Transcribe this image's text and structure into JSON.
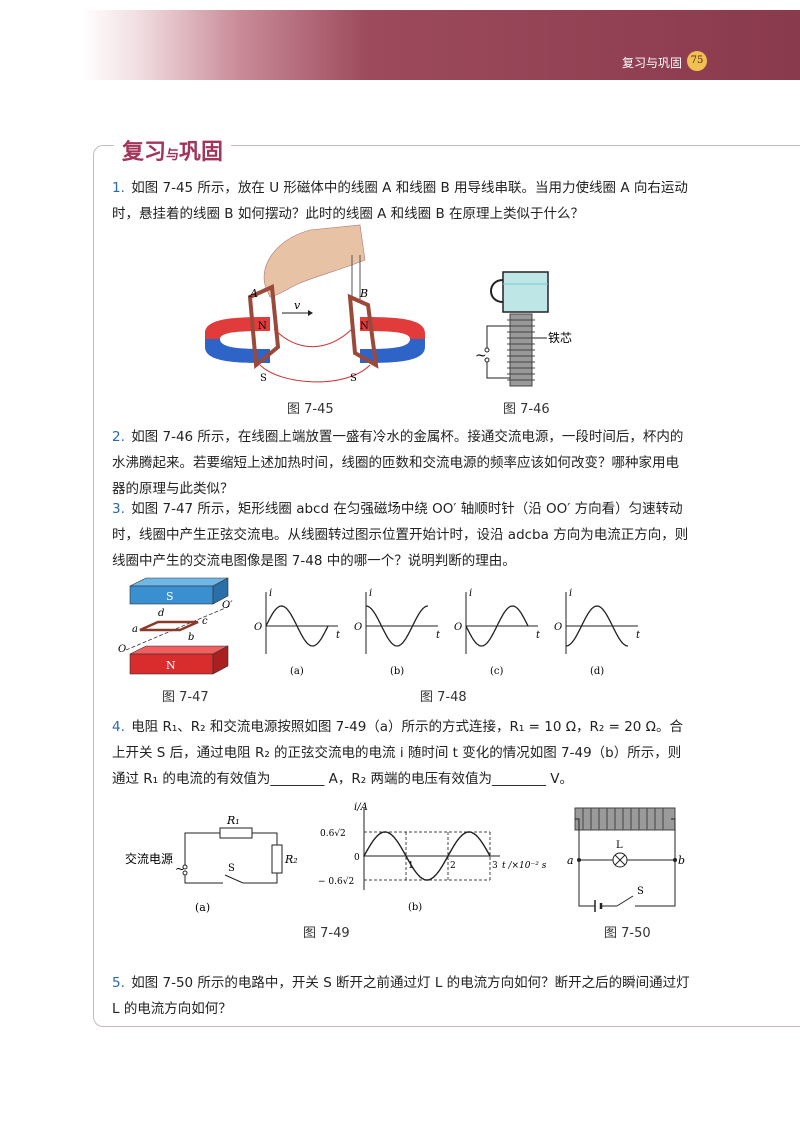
{
  "header": {
    "chapter": "复习与巩固",
    "page_number": "75"
  },
  "section": {
    "title_a": "复习",
    "title_mid": "与",
    "title_b": "巩固"
  },
  "questions": [
    {
      "num": "1.",
      "text": "如图 7-45 所示，放在 U 形磁体中的线圈 A 和线圈 B 用导线串联。当用力使线圈 A 向右运动时，悬挂着的线圈 B 如何摆动？此时的线圈 A 和线圈 B 在原理上类似于什么？"
    },
    {
      "num": "2.",
      "text": "如图 7-46 所示，在线圈上端放置一盛有冷水的金属杯。接通交流电源，一段时间后，杯内的水沸腾起来。若要缩短上述加热时间，线圈的匝数和交流电源的频率应该如何改变？哪种家用电器的原理与此类似？"
    },
    {
      "num": "3.",
      "text": "如图 7-47 所示，矩形线圈 abcd 在匀强磁场中绕 OO′ 轴顺时针（沿 OO′ 方向看）匀速转动时，线圈中产生正弦交流电。从线圈转过图示位置开始计时，设沿 adcba 方向为电流正方向，则线圈中产生的交流电图像是图 7-48 中的哪一个？说明判断的理由。"
    },
    {
      "num": "4.",
      "text": "电阻 R₁、R₂ 和交流电源按照如图 7-49（a）所示的方式连接，R₁ = 10 Ω，R₂ = 20 Ω。合上开关 S 后，通过电阻 R₂ 的正弦交流电的电流 i 随时间 t 变化的情况如图 7-49（b）所示，则通过 R₁ 的电流的有效值为________ A，R₂ 两端的电压有效值为________ V。"
    },
    {
      "num": "5.",
      "text": "如图 7-50 所示的电路中，开关 S 断开之前通过灯 L 的电流方向如何？断开之后的瞬间通过灯 L 的电流方向如何？"
    }
  ],
  "figures": {
    "fig45": {
      "caption": "图 7-45",
      "labels": {
        "a": "A",
        "b": "B",
        "v": "v",
        "n1": "N",
        "n2": "N",
        "s1": "S",
        "s2": "S"
      }
    },
    "fig46": {
      "caption": "图 7-46",
      "labels": {
        "core": "铁芯",
        "ac": "~"
      }
    },
    "fig47": {
      "caption": "图 7-47",
      "labels": {
        "s": "S",
        "n": "N",
        "a": "a",
        "b": "b",
        "c": "c",
        "d": "d",
        "o": "O",
        "o2": "O′"
      }
    },
    "fig48": {
      "caption": "图 7-48",
      "panels": [
        "(a)",
        "(b)",
        "(c)",
        "(d)"
      ],
      "axis_i": "i",
      "axis_t": "t",
      "origin": "O"
    },
    "fig49": {
      "caption": "图 7-49",
      "a": {
        "source": "交流电源",
        "r1": "R₁",
        "r2": "R₂",
        "s": "S",
        "panel": "(a)"
      },
      "b": {
        "ylabel": "i/A",
        "ytop": "0.6√2",
        "ybottom": "− 0.6√2",
        "yzero": "0",
        "xticks": [
          "1",
          "2",
          "3"
        ],
        "xlabel": "t /×10⁻² s",
        "panel": "(b)"
      }
    },
    "fig50": {
      "caption": "图 7-50",
      "labels": {
        "l": "L",
        "a": "a",
        "b": "b",
        "s": "S"
      }
    }
  },
  "chart_data": [
    {
      "type": "line",
      "title": "",
      "xlabel": "t /×10⁻² s",
      "ylabel": "i/A",
      "x": [
        0,
        0.5,
        1,
        1.5,
        2,
        2.5,
        3
      ],
      "series": [
        {
          "values": [
            0,
            0.848,
            0,
            -0.848,
            0,
            0.848,
            0
          ]
        }
      ],
      "xlim": [
        0,
        3
      ],
      "ylim": [
        -0.848,
        0.848
      ]
    }
  ]
}
